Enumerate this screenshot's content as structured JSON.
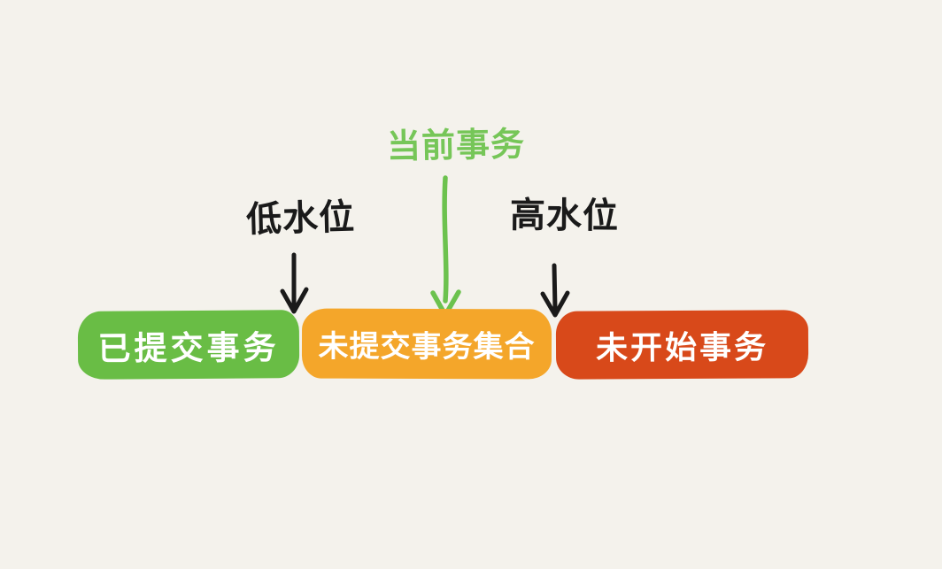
{
  "canvas": {
    "background": "#f4f2ec"
  },
  "labels": {
    "current_transaction": "当前事务",
    "low_watermark": "低水位",
    "high_watermark": "高水位"
  },
  "colors": {
    "current_transaction_green": "#76c658",
    "green_arrow": "#6cc24e",
    "black_arrow": "#1a1a1a",
    "label_black": "#1a1a1a",
    "bar_text_white": "#ffffff"
  },
  "bars": [
    {
      "id": "committed",
      "label": "已提交事务",
      "color": "#69bd45"
    },
    {
      "id": "uncommitted-set",
      "label": "未提交事务集合",
      "color": "#f4a62a"
    },
    {
      "id": "not-started",
      "label": "未开始事务",
      "color": "#d8491a"
    }
  ]
}
